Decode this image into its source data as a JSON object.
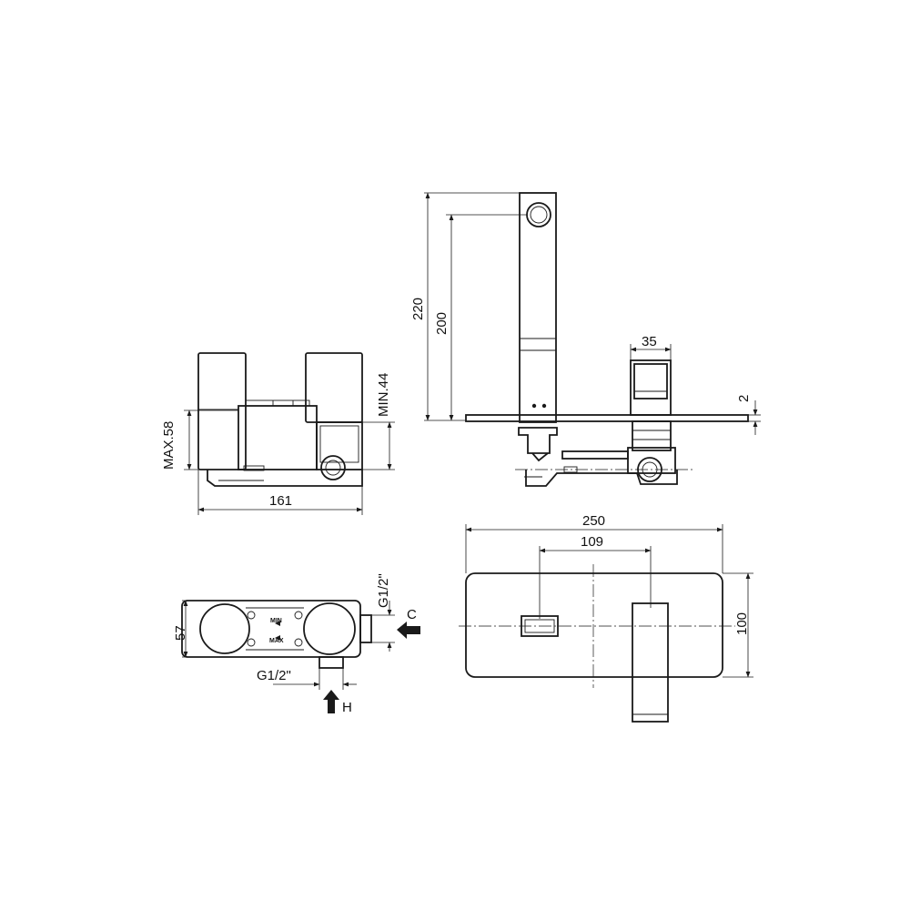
{
  "side_view": {
    "dim_height_max": "MAX.58",
    "dim_depth_min": "MIN.44",
    "dim_width": "161"
  },
  "front_view": {
    "dim_spout_height": "220",
    "dim_spout_outlet": "200",
    "dim_handle": "35",
    "dim_plate": "2"
  },
  "top_view": {
    "dim_depth": "57",
    "label_min": "MIN",
    "label_max": "MAX",
    "cold_thread": "G1/2\"",
    "hot_thread": "G1/2\"",
    "cold_label": "C",
    "hot_label": "H"
  },
  "plate_view": {
    "dim_plate_width": "250",
    "dim_centers": "109",
    "dim_plate_height": "100"
  }
}
